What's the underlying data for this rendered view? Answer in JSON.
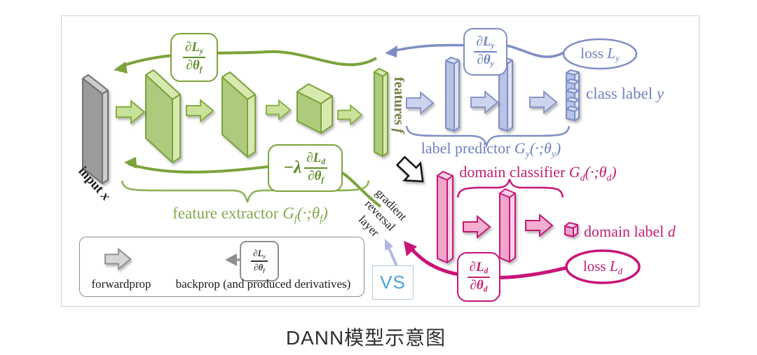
{
  "caption": "DANN模型示意图",
  "diagram": {
    "input_label": {
      "text": "input ",
      "var": "x"
    },
    "features_label": {
      "text": "features ",
      "var": "f"
    },
    "feature_extractor": {
      "text": "feature extractor ",
      "fn": "G",
      "fn_sub": "f",
      "args": "(·;θ",
      "args_sub": "f",
      "close": ")"
    },
    "label_predictor": {
      "text": "label predictor ",
      "fn": "G",
      "fn_sub": "y",
      "args": "(·;θ",
      "args_sub": "y",
      "close": ")"
    },
    "domain_classifier": {
      "text": "domain classifier ",
      "fn": "G",
      "fn_sub": "d",
      "args": "(·;θ",
      "args_sub": "d",
      "close": ")"
    },
    "class_label": {
      "text": "class label ",
      "var": "y"
    },
    "domain_label": {
      "text": "domain label ",
      "var": "d"
    },
    "loss_y": {
      "text": "loss ",
      "var": "L",
      "sub": "y"
    },
    "loss_d": {
      "text": "loss ",
      "var": "L",
      "sub": "d"
    },
    "grad_reversal": {
      "line1": "gradient",
      "line2": "reversal",
      "line3": "layer"
    },
    "formulas": {
      "dLy_dthf": {
        "num": "∂L",
        "num_sub": "y",
        "den": "∂θ",
        "den_sub": "f"
      },
      "dLy_dthy": {
        "num": "∂L",
        "num_sub": "y",
        "den": "∂θ",
        "den_sub": "y"
      },
      "neg_lambda_dLd_dthf": {
        "prefix": "−λ",
        "num": "∂L",
        "num_sub": "d",
        "den": "∂θ",
        "den_sub": "f"
      },
      "dLd_dthd": {
        "num": "∂L",
        "num_sub": "d",
        "den": "∂θ",
        "den_sub": "d"
      },
      "legend_dLy_dthf": {
        "num": "∂L",
        "num_sub": "y",
        "den": "∂θ",
        "den_sub": "f"
      }
    },
    "legend": {
      "forwardprop": "forwardprop",
      "backprop": "backprop (and produced derivatives)"
    },
    "vs_label": "VS"
  },
  "colors": {
    "green-line": "#7aa33b",
    "green-dark": "#5d8c27",
    "green-mid": "#aecb7d",
    "green-light": "#d8e9b0",
    "green-arrow": "#c9e29b",
    "green-label": "#85a94c",
    "olive-text": "#707b40",
    "blue-line": "#7e8ec5",
    "blue-text": "#6f81c0",
    "blue-mid": "#b9c3e5",
    "blue-light": "#dde2f3",
    "blue-arrow": "#ccd3ec",
    "pink-line": "#c81477",
    "pink-text": "#c32071",
    "pink-mid": "#f0a6cc",
    "pink-light": "#f9d2e6",
    "pink-arrow": "#f3aed1",
    "gray-mid": "#9a9b9d",
    "gray-light": "#cccdcf",
    "gray-line": "#6f7071",
    "legend-border": "#8e8e8e",
    "black": "#1c1c1c",
    "vs-blue": "#48a3de",
    "vs-border": "#b4c8da",
    "lavender": "#b0b8e4",
    "panel-border": "#c6d3e2",
    "caption-color": "#2e2e2e"
  }
}
